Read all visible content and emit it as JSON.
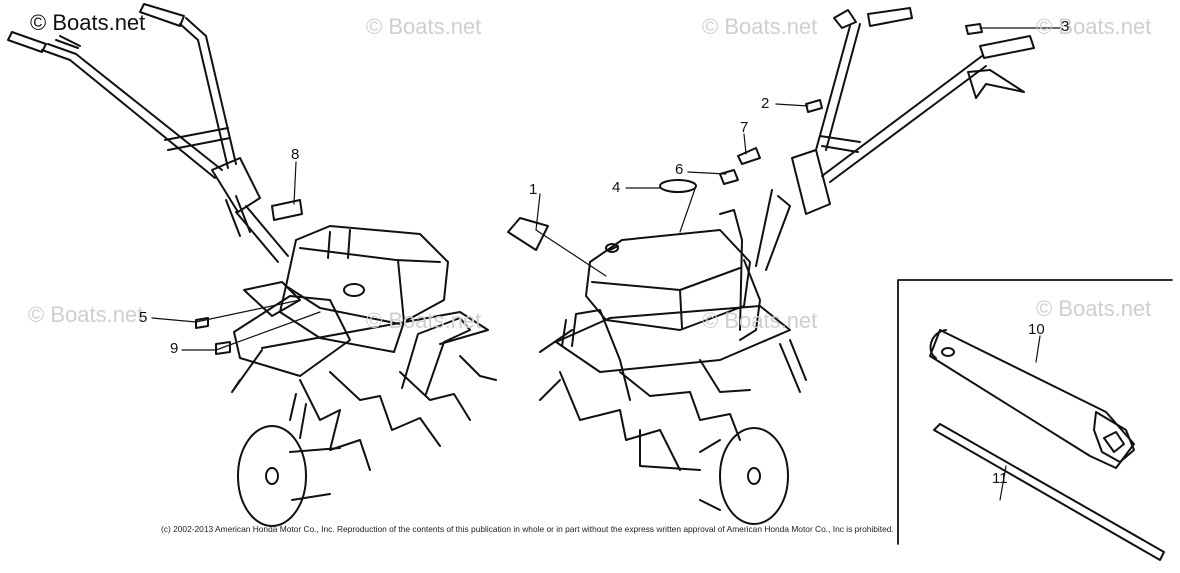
{
  "watermark": {
    "primary": "© Boats.net",
    "faint": "© Boats.net"
  },
  "callouts": {
    "c1": "1",
    "c2": "2",
    "c3": "3",
    "c4": "4",
    "c5": "5",
    "c6": "6",
    "c7": "7",
    "c8": "8",
    "c9": "9",
    "c10": "10",
    "c11": "11"
  },
  "copyright": "(c) 2002-2013 American Honda Motor Co., Inc. Reproduction of the contents of this publication in whole or in part without the express written approval of American Honda Motor Co., Inc is prohibited."
}
